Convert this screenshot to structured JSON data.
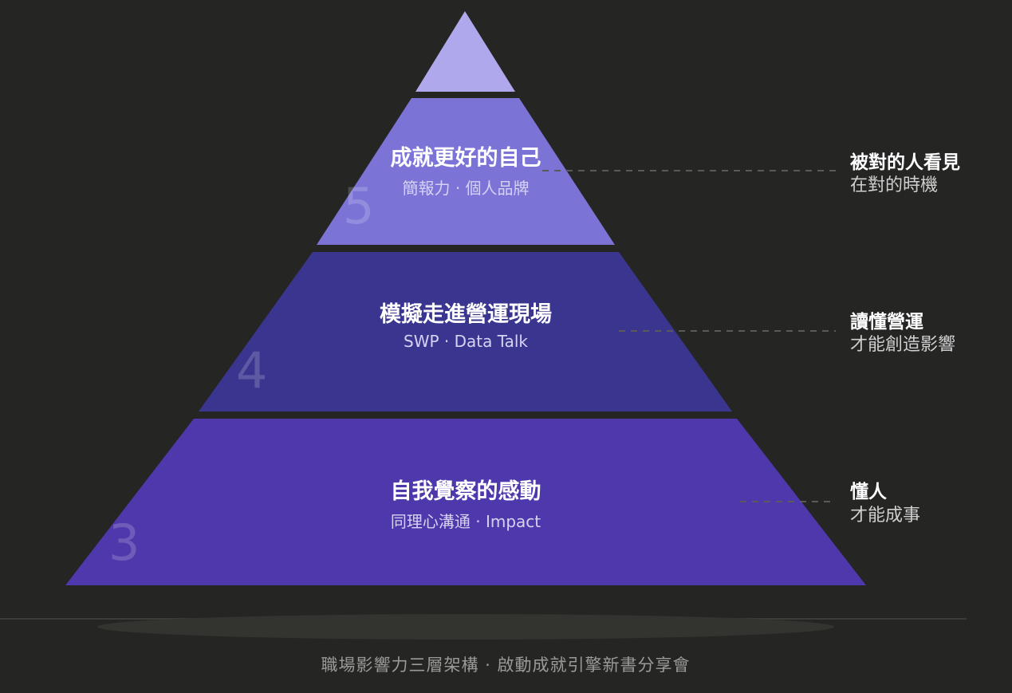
{
  "colors": {
    "background": "#252524",
    "apex": "#b0a8ec",
    "tier5": "#7b74d6",
    "tier4": "#3a3690",
    "tier3": "#4f38ab"
  },
  "tiers": [
    {
      "number": "5",
      "title": "成就更好的自己",
      "subtitle": "簡報力 · 個人品牌",
      "side_title": "被對的人看見",
      "side_sub": "在對的時機"
    },
    {
      "number": "4",
      "title": "模擬走進營運現場",
      "subtitle": "SWP · Data Talk",
      "side_title": "讀懂營運",
      "side_sub": "才能創造影響"
    },
    {
      "number": "3",
      "title": "自我覺察的感動",
      "subtitle": "同理心溝通 · Impact",
      "side_title": "懂人",
      "side_sub": "才能成事"
    }
  ],
  "caption": "職場影響力三層架構 · 啟動成就引擎新書分享會"
}
